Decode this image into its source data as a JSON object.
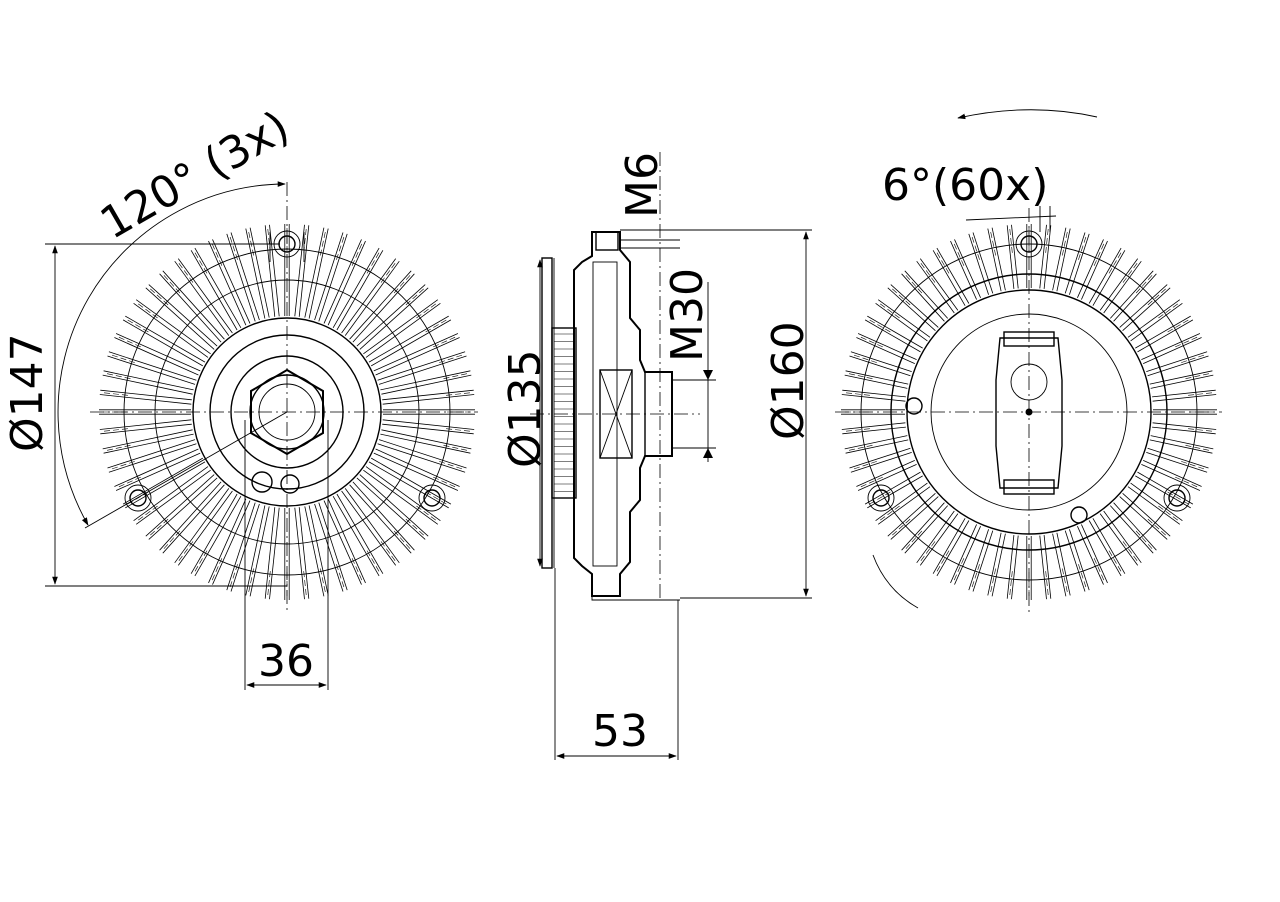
{
  "views": {
    "front": {
      "labels": {
        "angle": "120° (3x)",
        "diameter": "Ø147",
        "hex": "36"
      },
      "fin_count": 60
    },
    "side": {
      "labels": {
        "thread_small": "M6",
        "thread_main": "M30",
        "diameter_small": "Ø135",
        "diameter_large": "Ø160",
        "depth": "53"
      }
    },
    "rear": {
      "labels": {
        "angle": "6°(60x)"
      },
      "fin_count": 60
    }
  },
  "colors": {
    "line": "#000000",
    "background": "#ffffff"
  }
}
